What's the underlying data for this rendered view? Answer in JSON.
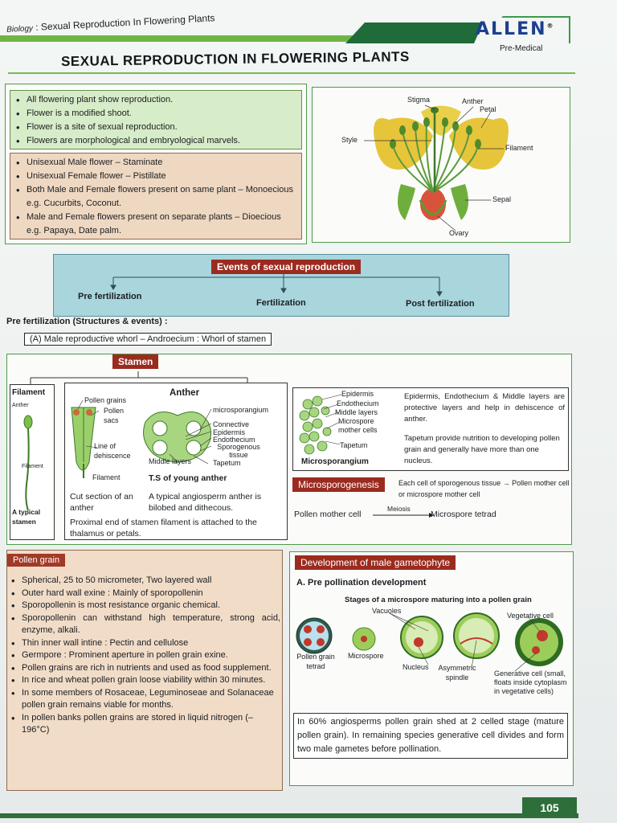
{
  "header": {
    "subject": "Biology",
    "chapter": ": Sexual Reproduction In Flowering Plants",
    "logo": "ALLEN",
    "logo_mark": "®",
    "tagline": "Pre-Medical",
    "title": "SEXUAL REPRODUCTION IN FLOWERING PLANTS"
  },
  "intro_points": [
    "All flowering plant show reproduction.",
    "Flower is a modified shoot.",
    "Flower is a site of sexual reproduction.",
    "Flowers are morphological and embryological marvels."
  ],
  "flower_types": [
    "Unisexual Male flower – Staminate",
    "Unisexual Female flower – Pistillate",
    "Both Male and Female flowers present on same plant – Monoecious e.g. Cucurbits, Coconut.",
    "Male and Female flowers present on separate plants – Dioecious e.g. Papaya, Date palm."
  ],
  "flower_diagram": {
    "labels": [
      "Stigma",
      "Anther",
      "Petal",
      "Style",
      "Filament",
      "Sepal",
      "Ovary"
    ]
  },
  "events": {
    "title": "Events of sexual reproduction",
    "stages": [
      "Pre fertilization",
      "Fertilization",
      "Post fertilization"
    ]
  },
  "prefert": {
    "heading": "Pre fertilization (Structures & events) :",
    "whorl": "(A) Male reproductive whorl – Androecium : Whorl of stamen",
    "stamen_label": "Stamen"
  },
  "stamen_panel": {
    "filament_title": "Filament",
    "anther_small": "Anther",
    "filament_small": "Filament",
    "caption": "A typical stamen"
  },
  "anther_panel": {
    "title": "Anther",
    "labels_left": [
      "Pollen grains",
      "Pollen sacs",
      "Line of dehiscence",
      "Filament"
    ],
    "labels_ts": [
      "microsporangium",
      "Connective",
      "Epidermis",
      "Endothecium",
      "Sporogenous tissue",
      "Middle layers",
      "Tapetum"
    ],
    "ts_title": "T.S of young anther",
    "cut_section": "Cut section of an anther",
    "typical": "A typical angiosperm anther is bilobed and dithecous.",
    "proximal": "Proximal end of stamen filament is attached to the thalamus or petals."
  },
  "microsporangium": {
    "labels": [
      "Epidermis",
      "Endothecium",
      "Middle layers",
      "Microspore mother cells",
      "Tapetum"
    ],
    "title": "Microsporangium",
    "desc1": "Epidermis, Endothecium & Middle layers are protective layers and help in dehiscence of anther.",
    "desc2": "Tapetum provide nutrition to developing pollen grain and generally have more than one nucleus."
  },
  "microsporogenesis": {
    "label": "Microsporogenesis",
    "desc": "Each cell of sporogenous tissue → Pollen mother cell or microspore mother cell",
    "pmc": "Pollen mother cell",
    "meiosis": "Meiosis",
    "result": "Microspore tetrad"
  },
  "pollen": {
    "label": "Pollen grain",
    "points": [
      "Spherical, 25 to 50 micrometer, Two layered wall",
      "Outer hard wall exine : Mainly of sporopollenin",
      "Sporopollenin is most resistance organic chemical.",
      "Sporopollenin can withstand high temperature, strong acid, enzyme, alkali.",
      "Thin inner wall intine : Pectin and cellulose",
      "Germpore : Prominent aperture in pollen grain exine.",
      "Pollen grains are rich in nutrients and used as food supplement.",
      "In rice and wheat pollen grain loose viability within 30 minutes.",
      "In some members of Rosaceae, Leguminoseae and Solanaceae pollen grain remains viable for months.",
      "In pollen banks pollen grains are stored in liquid nitrogen (–196°C)"
    ]
  },
  "male_gametophyte": {
    "label": "Development of male gametophyte",
    "sub": "A.  Pre pollination development",
    "stages_title": "Stages of a microspore maturing into a pollen grain",
    "labels": [
      "Vacuoles",
      "Vegetative cell",
      "Pollen grain tetrad",
      "Microspore",
      "Nucleus",
      "Asymmetric spindle",
      "Generative cell (small, floats inside cytoplasm in vegetative cells)"
    ],
    "note": "In 60% angiosperms pollen grain shed at 2 celled stage (mature pollen grain). In remaining species generative cell divides and form two male gametes before pollination."
  },
  "page_number": "105",
  "colors": {
    "green": "#6fb544",
    "dark_green": "#2d6e3a",
    "red_label": "#9b2b1f",
    "events_bg": "#a9d5dd",
    "logo_blue": "#1c3f8f"
  }
}
